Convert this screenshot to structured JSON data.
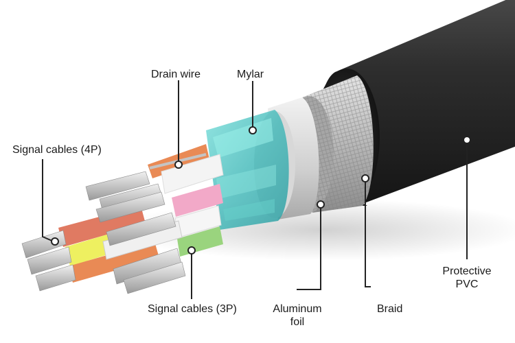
{
  "labels": {
    "drain_wire": "Drain wire",
    "mylar": "Mylar",
    "signal_4p": "Signal cables (4P)",
    "signal_3p": "Signal cables (3P)",
    "aluminum_foil_line1": "Aluminum",
    "aluminum_foil_line2": "foil",
    "braid": "Braid",
    "protective_line1": "Protective",
    "protective_line2": "PVC"
  },
  "colors": {
    "background": "#ffffff",
    "jacket": "#2b2b2b",
    "braid": "#b9b9b9",
    "foil": "#dcdcdc",
    "mylar": "#4fc6c4",
    "leader": "#222222",
    "wire_orange": "#e98a55",
    "wire_white": "#f4f4f4",
    "wire_pink": "#f2a9c8",
    "wire_green": "#9ad47e",
    "wire_yellow": "#eef060",
    "wire_salmon": "#e07a62",
    "copper": "#c9c9c9"
  }
}
